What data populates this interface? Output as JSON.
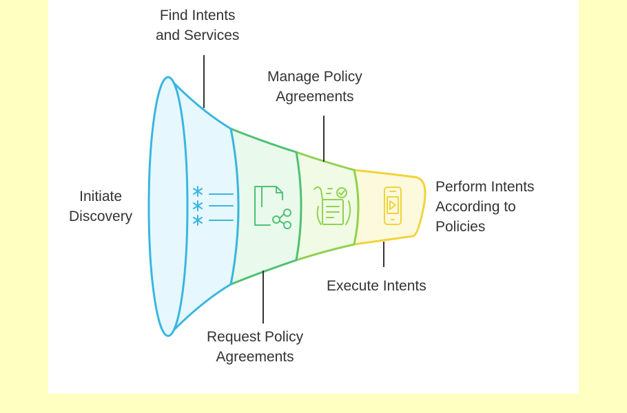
{
  "labels": {
    "initiate": "Initiate\nDiscovery",
    "find": "Find Intents\nand Services",
    "manage": "Manage Policy\nAgreements",
    "request": "Request Policy\nAgreements",
    "execute": "Execute Intents",
    "perform": "Perform Intents\nAccording to\nPolicies"
  },
  "stages": [
    {
      "name": "find-intents-and-services",
      "icon": "list-icon",
      "stroke": "#38b6e0",
      "fill": "#e6f7fd"
    },
    {
      "name": "request-policy-agreements",
      "icon": "document-share-icon",
      "stroke": "#4fc174",
      "fill": "#e9f9ec"
    },
    {
      "name": "manage-policy-agreements",
      "icon": "contract-handshake-icon",
      "stroke": "#8fd24e",
      "fill": "#f1fae4"
    },
    {
      "name": "execute-intents",
      "icon": "phone-play-icon",
      "stroke": "#f1d33b",
      "fill": "#fcf9dd"
    }
  ],
  "colors": {
    "background": "#ffffc2",
    "panel": "#ffffff",
    "text": "#333333",
    "connector": "#333333"
  }
}
